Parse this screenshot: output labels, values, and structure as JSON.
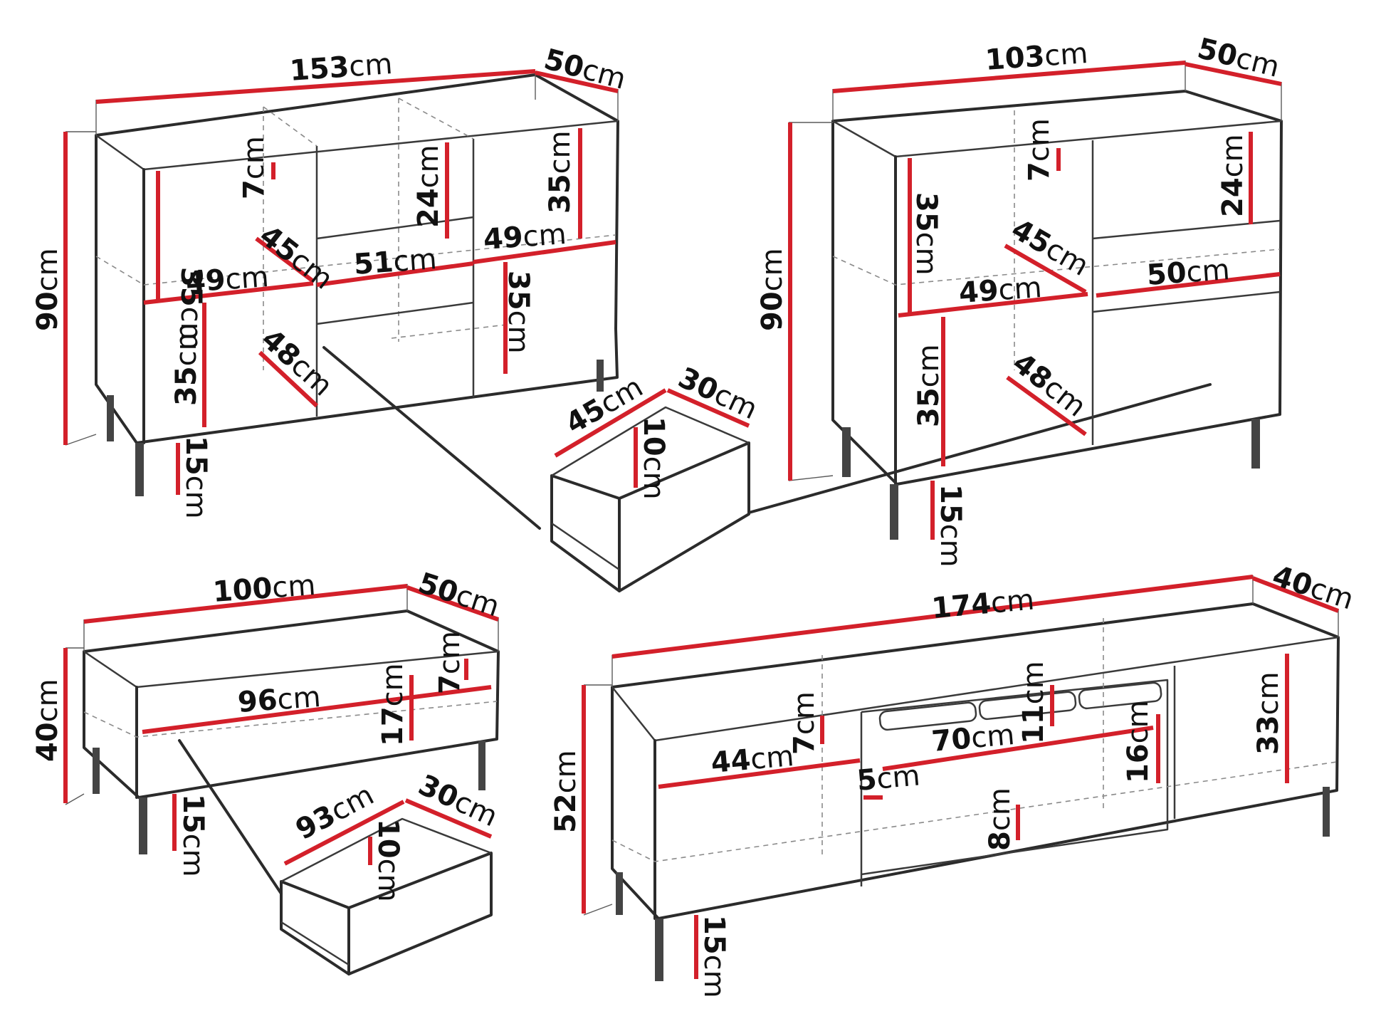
{
  "figures": [
    {
      "name": "sideboard-153",
      "labels": [
        "153cm",
        "50cm",
        "90cm",
        "7cm",
        "35cm",
        "24cm",
        "35cm",
        "45cm",
        "51cm",
        "49cm",
        "49cm",
        "35cm",
        "35cm",
        "48cm",
        "15cm"
      ]
    },
    {
      "name": "drawer-45",
      "labels": [
        "45cm",
        "30cm",
        "10cm"
      ]
    },
    {
      "name": "sideboard-103",
      "labels": [
        "103cm",
        "50cm",
        "90cm",
        "7cm",
        "24cm",
        "35cm",
        "45cm",
        "50cm",
        "49cm",
        "35cm",
        "48cm",
        "15cm"
      ]
    },
    {
      "name": "bench-100",
      "labels": [
        "100cm",
        "50cm",
        "40cm",
        "7cm",
        "96cm",
        "17cm",
        "15cm"
      ]
    },
    {
      "name": "drawer-93",
      "labels": [
        "93cm",
        "30cm",
        "10cm"
      ]
    },
    {
      "name": "tv-stand-174",
      "labels": [
        "174cm",
        "40cm",
        "52cm",
        "11cm",
        "7cm",
        "44cm",
        "70cm",
        "16cm",
        "33cm",
        "5cm",
        "8cm",
        "15cm"
      ]
    }
  ],
  "colors": {
    "dimension": "#d3202a",
    "outline": "#2b2b2b"
  }
}
